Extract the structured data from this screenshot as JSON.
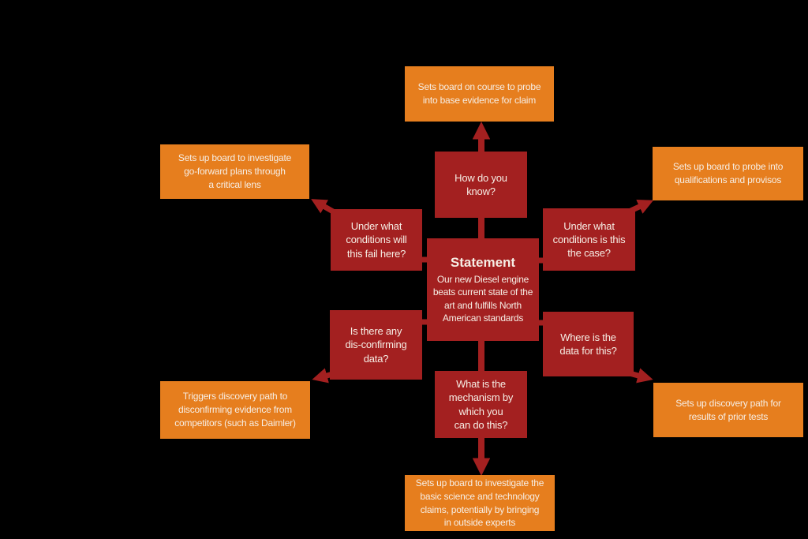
{
  "colors": {
    "background": "#000000",
    "question_box": "#A32020",
    "outcome_box": "#E67E1E",
    "text": "#F6EEE5",
    "arrow": "#A32020"
  },
  "statement": {
    "title": "Statement",
    "body": "Our new Diesel engine\nbeats current state of the\nart and fulfills North\nAmerican standards"
  },
  "questions": {
    "how": "How do you\nknow?",
    "fail": "Under what\nconditions will\nthis fail here?",
    "case": "Under what\nconditions is this\nthe case?",
    "disconfirming": "Is there any\ndis-confirming\ndata?",
    "where_data": "Where is the\ndata for this?",
    "mechanism": "What is the\nmechanism by\nwhich you\ncan do this?"
  },
  "outcomes": {
    "top": "Sets board on course to probe\ninto base evidence for claim",
    "upper_left": "Sets up board to investigate\ngo-forward plans through\na critical lens",
    "upper_right": "Sets up board to probe into\nqualifications and provisos",
    "lower_left": "Triggers discovery path to\ndisconfirming evidence from\ncompetitors (such as Daimler)",
    "lower_right": "Sets up discovery path for\nresults of prior tests",
    "bottom": "Sets up board to investigate the\nbasic science and technology\nclaims, potentially by bringing\nin outside experts"
  }
}
